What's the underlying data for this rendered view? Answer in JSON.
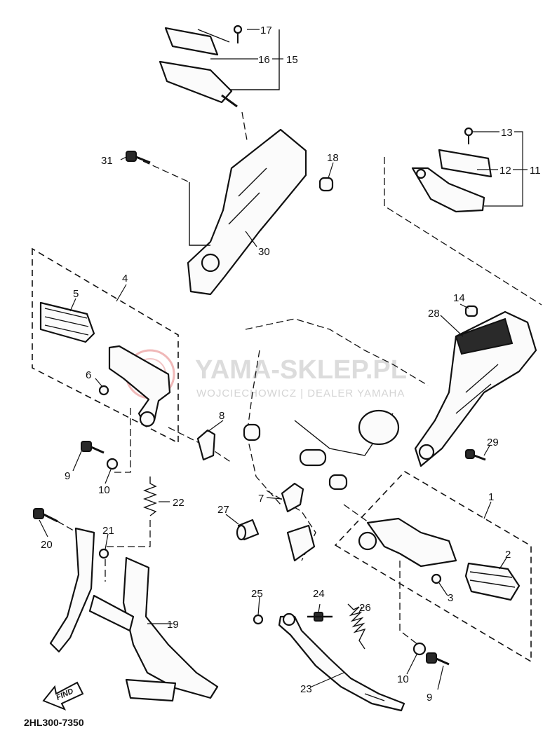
{
  "diagram": {
    "diagram_code": "2HL300-7350",
    "find_icon_label": "FIND",
    "watermark": {
      "title": "YAMA-SKLEP.PL",
      "subtitle": "WOJCIECHOWICZ | DEALER YAMAHA",
      "color": "#e8a0a0"
    },
    "callouts": {
      "c1": "1",
      "c2": "2",
      "c3": "3",
      "c4": "4",
      "c5": "5",
      "c6": "6",
      "c7": "7",
      "c8": "8",
      "c9a": "9",
      "c9b": "9",
      "c10a": "10",
      "c10b": "10",
      "c11": "11",
      "c12": "12",
      "c13": "13",
      "c14": "14",
      "c15": "15",
      "c16": "16",
      "c17": "17",
      "c18": "18",
      "c19": "19",
      "c20": "20",
      "c21": "21",
      "c22": "22",
      "c23": "23",
      "c24": "24",
      "c25": "25",
      "c26": "26",
      "c27": "27",
      "c28": "28",
      "c29": "29",
      "c30": "30",
      "c31": "31"
    }
  }
}
